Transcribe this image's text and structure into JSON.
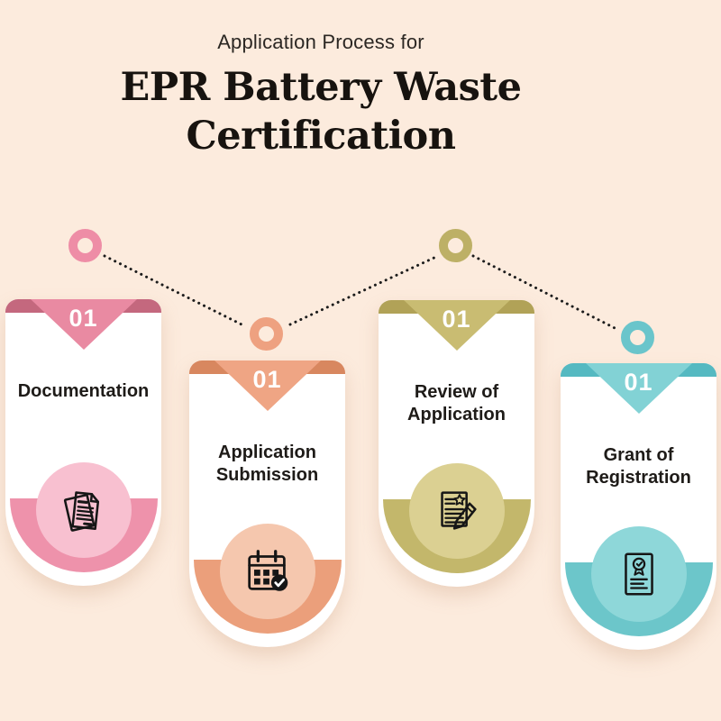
{
  "page": {
    "background": "#fcebdd"
  },
  "header": {
    "eyebrow": "Application Process for",
    "title_line1": "EPR Battery Waste",
    "title_line2": "Certification"
  },
  "connector": {
    "dot_color": "#1c1c1c"
  },
  "steps": [
    {
      "number": "01",
      "title": "Documentation",
      "icon": "documents-icon",
      "colors": {
        "bar": "#c4687e",
        "triangle": "#e98aa2",
        "semicircle": "#ee92ab",
        "icon_circle": "#f8c0d0",
        "ring": "#ee8da6"
      }
    },
    {
      "number": "01",
      "title": "Application Submission",
      "icon": "calendar-check-icon",
      "colors": {
        "bar": "#d8875f",
        "triangle": "#efa584",
        "semicircle": "#eb9f7b",
        "icon_circle": "#f5c7ae",
        "ring": "#eea180"
      }
    },
    {
      "number": "01",
      "title": "Review of Application",
      "icon": "reviewed-document-icon",
      "colors": {
        "bar": "#b1a257",
        "triangle": "#c9bc72",
        "semicircle": "#c3b76b",
        "icon_circle": "#dbd092",
        "ring": "#bdb066"
      }
    },
    {
      "number": "01",
      "title": "Grant of Registration",
      "icon": "certificate-icon",
      "colors": {
        "bar": "#55b9c1",
        "triangle": "#82d2d5",
        "semicircle": "#6cc6ca",
        "icon_circle": "#8ed7d9",
        "ring": "#6ac5cb"
      }
    }
  ]
}
